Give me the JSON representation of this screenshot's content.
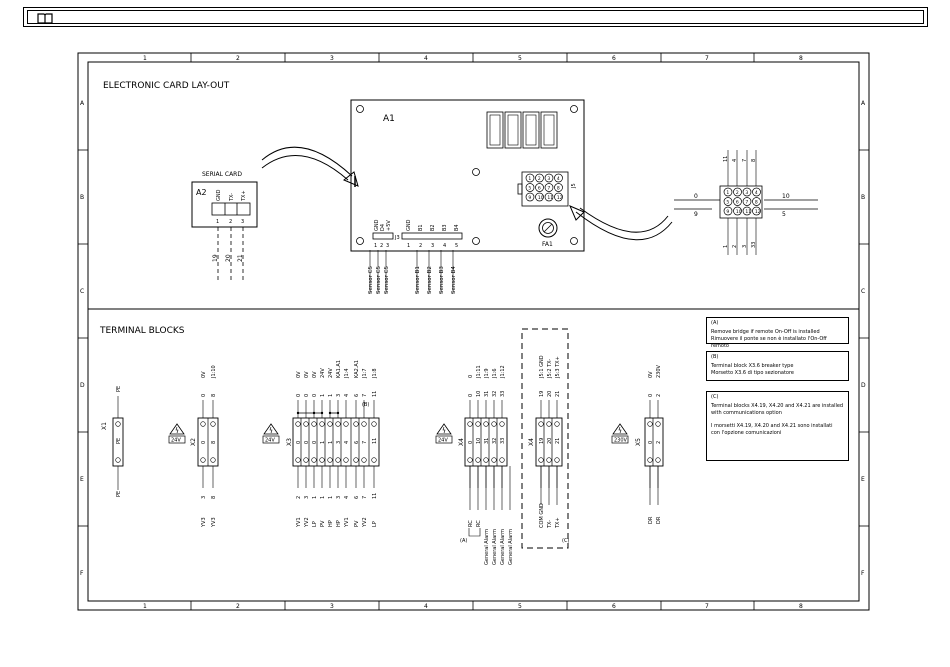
{
  "header": {
    "icon": "open-book-icon"
  },
  "grid": {
    "columns": [
      "1",
      "2",
      "3",
      "4",
      "5",
      "6",
      "7",
      "8"
    ],
    "rows": [
      "A",
      "B",
      "C",
      "D",
      "E",
      "F"
    ]
  },
  "sections": {
    "layout_title": "ELECTRONIC CARD LAY-OUT",
    "terminal_title": "TERMINAL BLOCKS"
  },
  "serial_card": {
    "title": "SERIAL CARD",
    "ref": "A2",
    "pins": [
      "GND",
      "TX-",
      "TX+"
    ],
    "nums": [
      "1",
      "2",
      "3"
    ],
    "wires": [
      "19",
      "20",
      "21"
    ]
  },
  "main_card": {
    "ref": "A1",
    "j3_label": "J3",
    "j3_pins": [
      "GND",
      "D4",
      "+5V"
    ],
    "j3_nums": [
      "1",
      "2",
      "3"
    ],
    "b_pins": [
      "GND",
      "B1",
      "B2",
      "B3",
      "B4"
    ],
    "b_nums": [
      "1",
      "2",
      "3",
      "4",
      "5"
    ],
    "connector_numbers": [
      "1",
      "2",
      "3",
      "4",
      "5",
      "6",
      "7",
      "8",
      "9",
      "10",
      "11",
      "12"
    ],
    "fuse_label": "FA1",
    "j5_label": "J5",
    "sensor_labels": [
      "Sensor C5",
      "Sensor C5",
      "Sensor C5",
      "Sensor B1",
      "Sensor B2",
      "Sensor B3",
      "Sensor B4"
    ]
  },
  "connector_detail": {
    "left_top": "0",
    "left_bottom": "9",
    "right_top": "10",
    "right_bottom": "5",
    "top_labels": [
      "11",
      "4",
      "7",
      "8"
    ],
    "bottom_labels": [
      "1",
      "2",
      "3",
      "33"
    ]
  },
  "terminals": {
    "x1": {
      "ref": "X1",
      "top": "PE",
      "mid": "PE",
      "bottom": "PE"
    },
    "x2": {
      "ref": "X2",
      "voltage": "24V",
      "top_labels": [
        "0V",
        "J1:10"
      ],
      "top_nums": [
        "0",
        "8"
      ],
      "mid": [
        "0",
        "8"
      ],
      "bottom_nums": [
        "3",
        "8"
      ],
      "bottom_labels": [
        "YV3",
        "YV3"
      ]
    },
    "x3": {
      "ref": "X3",
      "voltage": "24V",
      "top_labels": [
        "0V",
        "0V",
        "0V",
        "24V",
        "24V",
        "KA1.A1",
        "J1:4",
        "KA2.A1",
        "J1:7",
        "J1:8"
      ],
      "top_nums": [
        "0",
        "0",
        "0",
        "1",
        "1",
        "3",
        "4",
        "6",
        "7",
        "11"
      ],
      "mid": [
        "0",
        "0",
        "0",
        "1",
        "1",
        "3",
        "4",
        "6",
        "7",
        "11"
      ],
      "bottom_nums": [
        "2",
        "3",
        "1",
        "1",
        "1",
        "3",
        "4",
        "6",
        "7",
        "11"
      ],
      "bottom_labels": [
        "YV1",
        "YV2",
        "LP",
        "PV",
        "HP",
        "HP",
        "YV1",
        "PV",
        "YV2",
        "LP"
      ],
      "note_ref": "(B)"
    },
    "x4": {
      "ref": "X4",
      "voltage": "24V",
      "top_labels": [
        "0",
        "J1:11",
        "J1:9",
        "J1:6",
        "J1:12"
      ],
      "top_nums": [
        "0",
        "10",
        "31",
        "32",
        "33"
      ],
      "mid": [
        "0",
        "10",
        "31",
        "32",
        "33"
      ],
      "bottom_labels": [
        "RC",
        "RC",
        "General Alarm",
        "General Alarm",
        "General Alarm",
        "General Alarm"
      ],
      "note_ref": "(A)"
    },
    "x4b": {
      "ref": "X4",
      "top_labels": [
        "J5:1 GND",
        "J5:2 TX-",
        "J5:3 TX+"
      ],
      "top_nums": [
        "19",
        "20",
        "21"
      ],
      "mid": [
        "19",
        "20",
        "21"
      ],
      "bottom_labels": [
        "COM GND",
        "TX-",
        "TX+"
      ],
      "note_ref": "(C)"
    },
    "x5": {
      "ref": "X5",
      "voltage": "230V",
      "top_labels": [
        "0V",
        "230V"
      ],
      "top_nums": [
        "0",
        "2"
      ],
      "mid": [
        "0",
        "2"
      ],
      "bottom_labels": [
        "DR",
        "DR"
      ]
    }
  },
  "notes": [
    {
      "tag": "(A)",
      "lines": [
        "Remove bridge if remote On-Off is installed",
        "Rimuovere il ponte se non è installato l'On-Off remoto"
      ]
    },
    {
      "tag": "(B)",
      "lines": [
        "Terminal block X3.6 breaker type",
        "Morsetto X3.6 di tipo sezionatore"
      ]
    },
    {
      "tag": "(C)",
      "lines": [
        "Terminal blocks X4.19, X4.20 and X4.21 are installed",
        "with communications option",
        "",
        "I morsetti X4.19, X4.20 and X4.21 sono installati",
        "con l'opzione comunicazioni"
      ]
    }
  ]
}
